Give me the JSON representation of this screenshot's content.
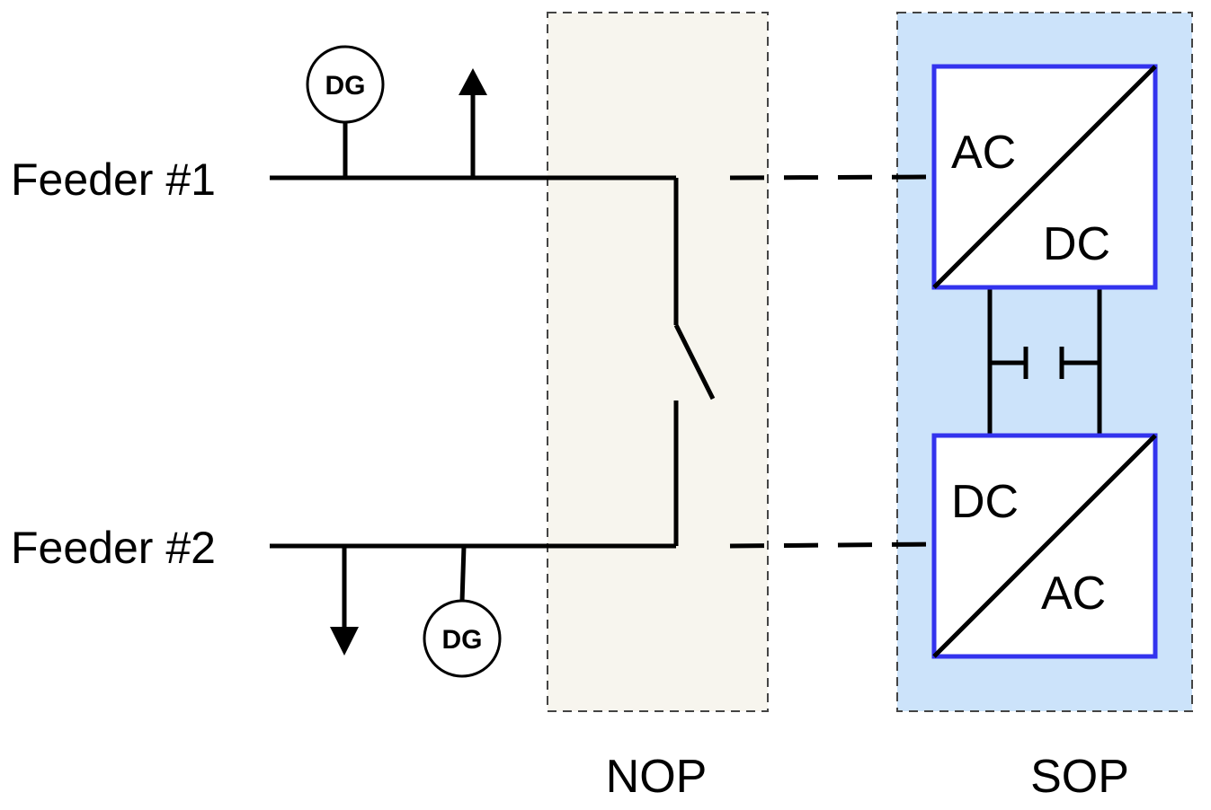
{
  "feeders": [
    {
      "label": "Feeder #1"
    },
    {
      "label": "Feeder #2"
    }
  ],
  "dg": {
    "label": "DG"
  },
  "zones": {
    "nop": {
      "label": "NOP"
    },
    "sop": {
      "label": "SOP"
    }
  },
  "converters": {
    "top": {
      "upper_left": "AC",
      "lower_right": "DC"
    },
    "bottom": {
      "upper_left": "DC",
      "lower_right": "AC"
    }
  },
  "colors": {
    "nop_fill": "#f7f5ee",
    "sop_fill": "#cce3fa",
    "zone_border": "#444444",
    "converter_border": "#3333ee",
    "converter_text": "#f58a0f",
    "line": "#000000"
  }
}
